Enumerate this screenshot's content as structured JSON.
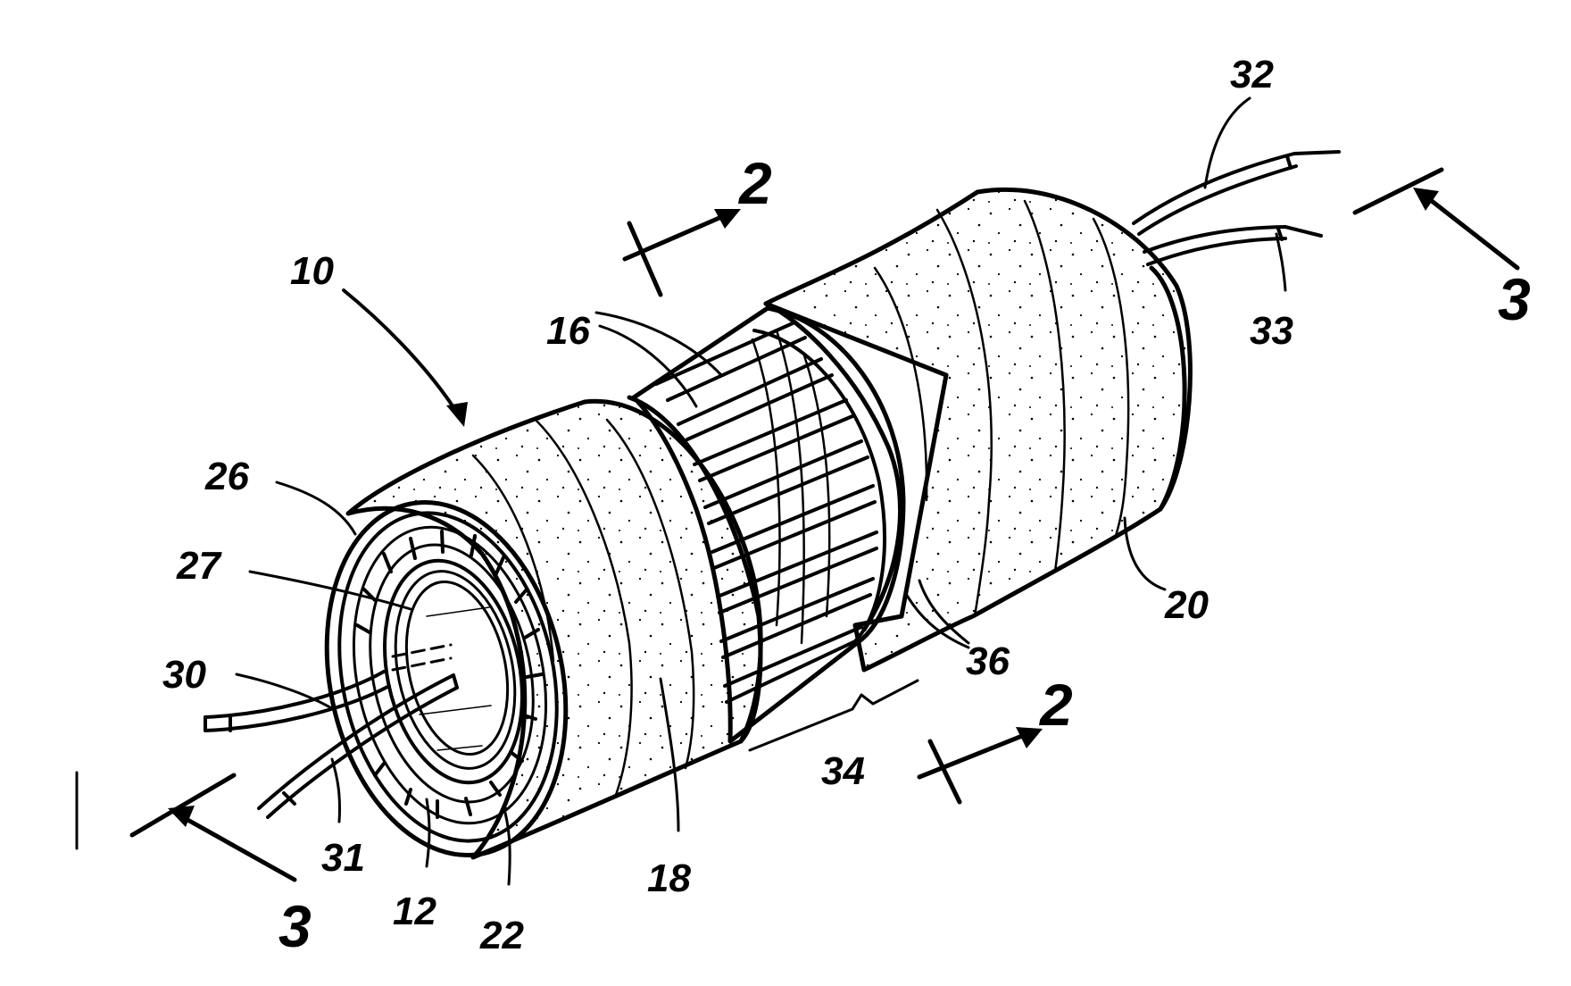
{
  "labels": {
    "ref_10": "10",
    "ref_12": "12",
    "ref_16": "16",
    "ref_18": "18",
    "ref_20": "20",
    "ref_22": "22",
    "ref_26": "26",
    "ref_27": "27",
    "ref_30": "30",
    "ref_31": "31",
    "ref_32": "32",
    "ref_33": "33",
    "ref_34": "34",
    "ref_36": "36",
    "section_2_top": "2",
    "section_2_bottom": "2",
    "section_3_left": "3",
    "section_3_right": "3"
  },
  "colors": {
    "ink": "#000000",
    "paper": "#ffffff"
  }
}
